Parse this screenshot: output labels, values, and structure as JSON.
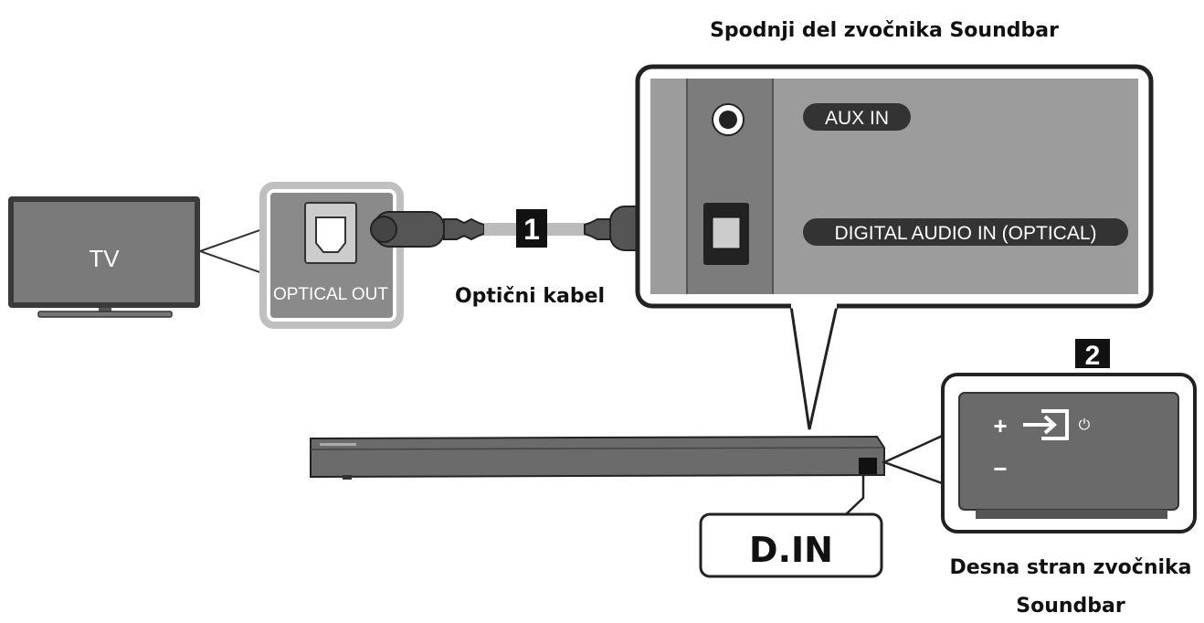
{
  "labels": {
    "bottom_title": "Spodnji del zvočnika Soundbar",
    "tv": "TV",
    "optical_out": "OPTICAL OUT",
    "cable": "Optični kabel",
    "step1": "1",
    "aux_in": "AUX IN",
    "digital_in": "DIGITAL AUDIO IN (OPTICAL)",
    "step2": "2",
    "din": "D.IN",
    "right_side_line1": "Desna stran zvočnika",
    "right_side_line2": "Soundbar",
    "plus": "+",
    "minus": "−",
    "power": "⏻"
  },
  "icons": [
    "tv-icon",
    "optical-port-icon",
    "optical-plug-icon",
    "aux-jack-icon",
    "source-input-icon",
    "power-icon"
  ]
}
